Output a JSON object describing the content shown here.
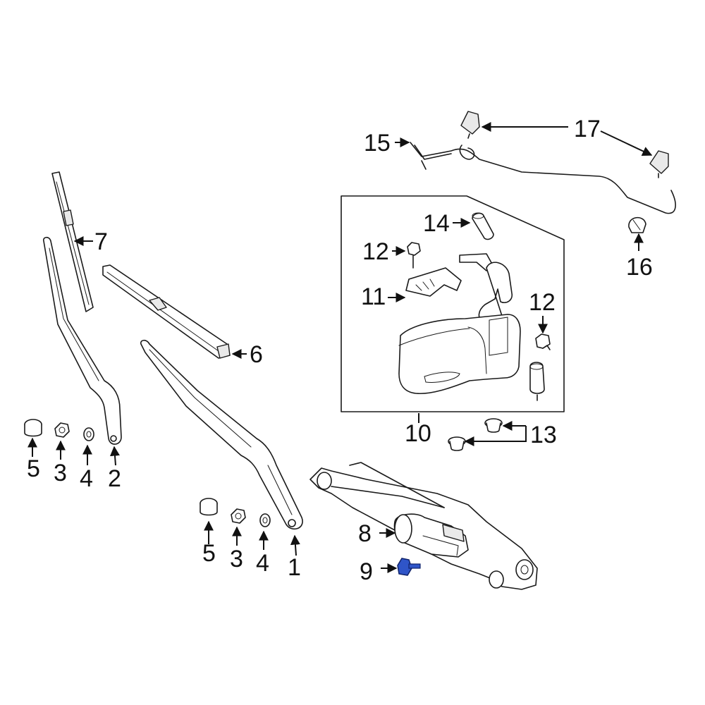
{
  "callouts": {
    "c1": "1",
    "c2": "2",
    "c3a": "3",
    "c3b": "3",
    "c4a": "4",
    "c4b": "4",
    "c5a": "5",
    "c5b": "5",
    "c6": "6",
    "c7": "7",
    "c8": "8",
    "c9": "9",
    "c10": "10",
    "c11": "11",
    "c12a": "12",
    "c12b": "12",
    "c13": "13",
    "c14": "14",
    "c15": "15",
    "c16": "16",
    "c17": "17"
  },
  "colors": {
    "highlight": "#2f55c8",
    "line": "#1a1a1a",
    "background": "#ffffff"
  }
}
